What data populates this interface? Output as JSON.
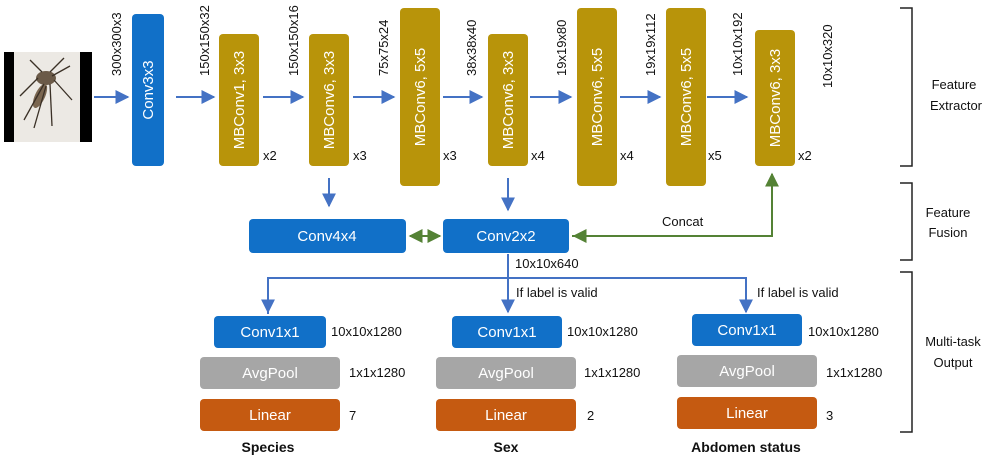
{
  "colors": {
    "blue_box": "#1170c8",
    "gold_box": "#b8940a",
    "gray_box": "#a6a6a6",
    "orange_box": "#c55a11",
    "blue_arrow": "#4472c4",
    "green_arrow": "#548235"
  },
  "input": {
    "image_icon": "mosquito-image",
    "dims": "300x300x3"
  },
  "extractor": {
    "conv": "Conv3x3",
    "blocks": [
      {
        "label": "MBConv1, 3x3",
        "in_dims": "150x150x32",
        "repeat": "x2"
      },
      {
        "label": "MBConv6, 3x3",
        "in_dims": "150x150x16",
        "repeat": "x3"
      },
      {
        "label": "MBConv6, 5x5",
        "in_dims": "75x75x24",
        "repeat": "x3"
      },
      {
        "label": "MBConv6, 3x3",
        "in_dims": "38x38x40",
        "repeat": "x4"
      },
      {
        "label": "MBConv6, 5x5",
        "in_dims": "19x19x80",
        "repeat": "x4"
      },
      {
        "label": "MBConv6, 5x5",
        "in_dims": "19x19x112",
        "repeat": "x5"
      },
      {
        "label": "MBConv6, 3x3",
        "in_dims": "10x10x192",
        "repeat": "x2"
      }
    ],
    "out_dims": "10x10x320"
  },
  "fusion": {
    "conv4": "Conv4x4",
    "conv2": "Conv2x2",
    "concat": "Concat",
    "out_dims": "10x10x640"
  },
  "heads": [
    {
      "note": "",
      "conv": "Conv1x1",
      "conv_dims": "10x10x1280",
      "pool": "AvgPool",
      "pool_dims": "1x1x1280",
      "linear": "Linear",
      "classes": "7",
      "title": "Species"
    },
    {
      "note": "If label is valid",
      "conv": "Conv1x1",
      "conv_dims": "10x10x1280",
      "pool": "AvgPool",
      "pool_dims": "1x1x1280",
      "linear": "Linear",
      "classes": "2",
      "title": "Sex"
    },
    {
      "note": "If label is valid",
      "conv": "Conv1x1",
      "conv_dims": "10x10x1280",
      "pool": "AvgPool",
      "pool_dims": "1x1x1280",
      "linear": "Linear",
      "classes": "3",
      "title": "Abdomen status"
    }
  ],
  "sections": {
    "extractor_line1": "Feature",
    "extractor_line2": "Extractor",
    "fusion_line1": "Feature",
    "fusion_line2": "Fusion",
    "output_line1": "Multi-task",
    "output_line2": "Output"
  }
}
